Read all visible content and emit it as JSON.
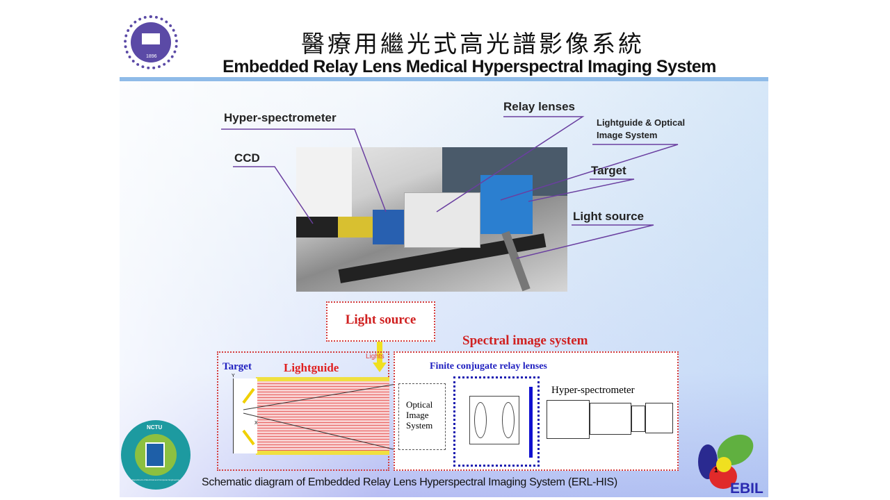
{
  "header": {
    "title_zh": "醫療用繼光式高光譜影像系統",
    "title_en": "Embedded Relay Lens Medical Hyperspectral Imaging System",
    "logo_text": "1896"
  },
  "photo_labels": {
    "hyper_spectrometer": "Hyper-spectrometer",
    "ccd": "CCD",
    "relay_lenses": "Relay lenses",
    "lightguide_optical": "Lightguide & Optical Image System",
    "target": "Target",
    "light_source": "Light source"
  },
  "diagram": {
    "light_source": "Light source",
    "spectral_image_system": "Spectral image system",
    "lights": "Lights",
    "target": "Target",
    "lightguide": "Lightguide",
    "finite_conjugate": "Finite conjugate relay lenses",
    "optical_image_system": "Optical Image System",
    "hyper_spectrometer": "Hyper-spectrometer",
    "axis_y": "Y",
    "axis_x": "X"
  },
  "caption": "Schematic diagram of Embedded Relay Lens Hyperspectral Imaging System (ERL-HIS)",
  "logos": {
    "nctu_top": "NCTU",
    "nctu_ring": "Department of Electrical and Computer Engineering",
    "ebil_number": "1",
    "ebil": "EBIL"
  }
}
